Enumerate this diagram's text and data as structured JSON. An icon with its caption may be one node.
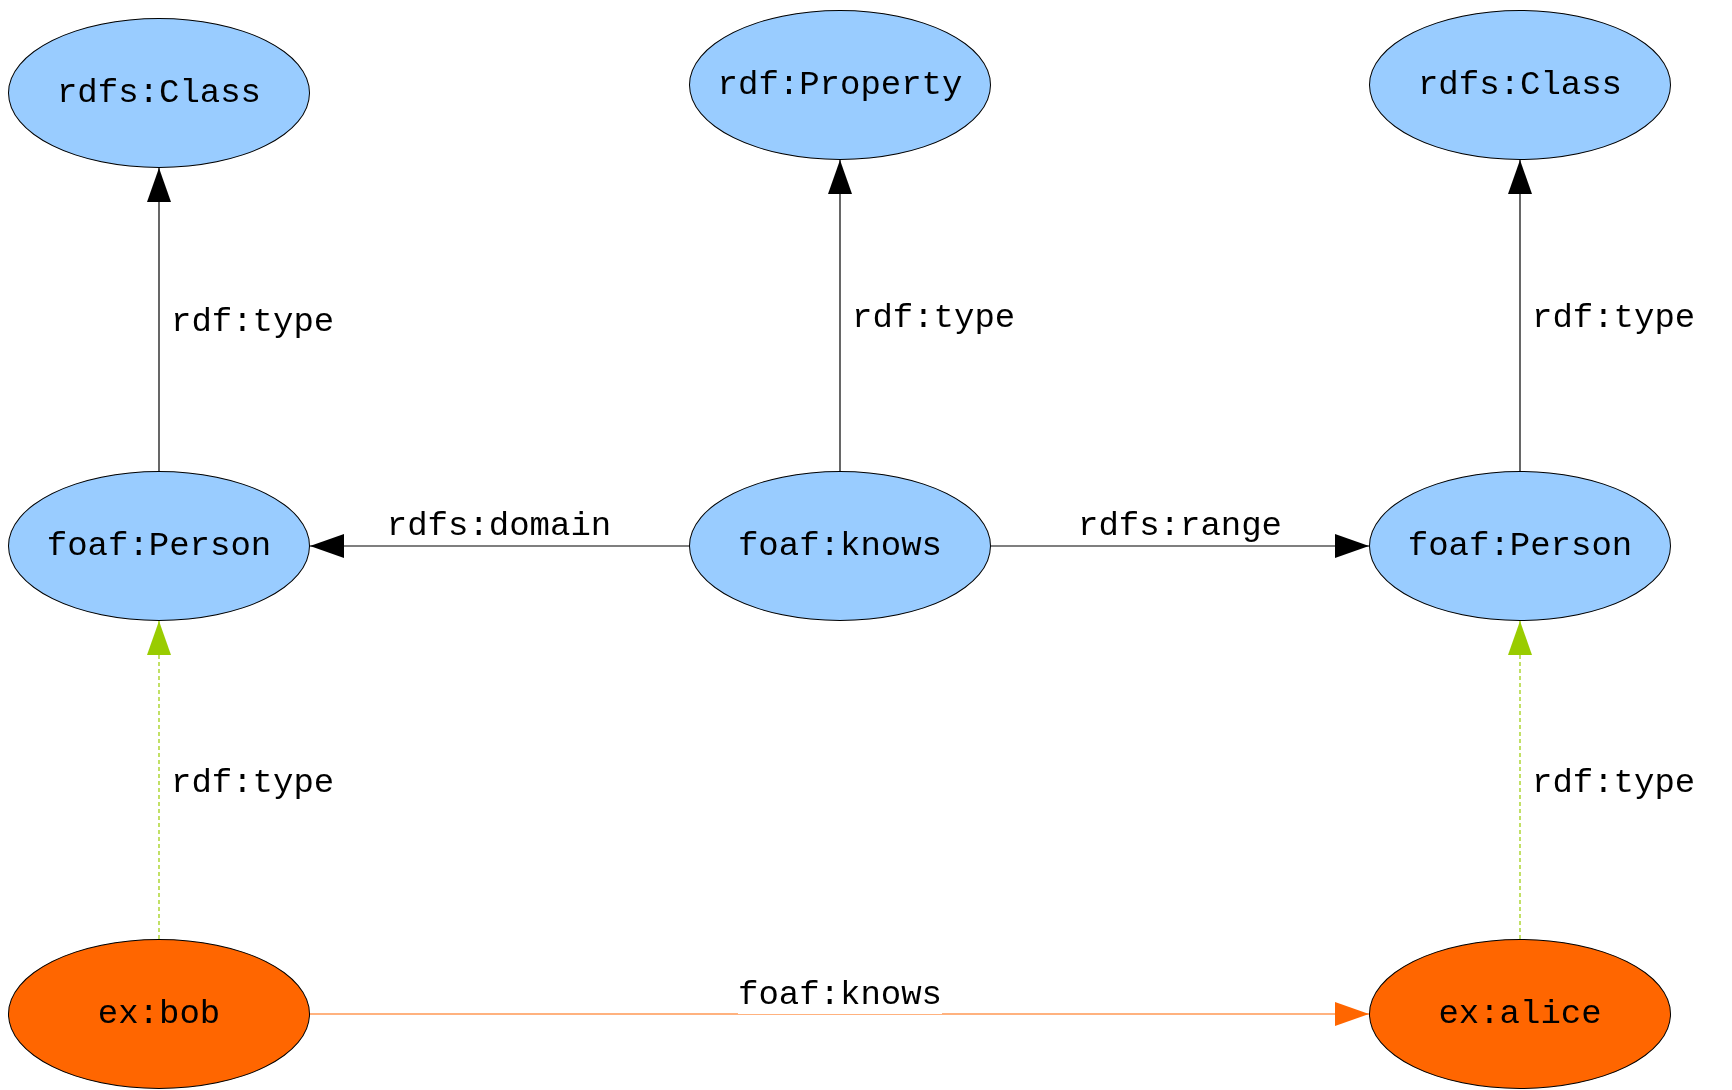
{
  "diagram": {
    "nodes": [
      {
        "text": [
          "rdfs:Class"
        ]
      },
      {
        "text": [
          "rdf:Property"
        ]
      },
      {
        "text": [
          "rdfs:Class"
        ]
      },
      {
        "text": [
          "foaf:Person"
        ]
      },
      {
        "text": [
          "foaf:knows"
        ]
      },
      {
        "text": [
          "foaf:Person"
        ]
      },
      {
        "text": [
          "ex:bob"
        ]
      },
      {
        "text": [
          "ex:alice"
        ]
      }
    ],
    "edges": [
      {
        "from": 3,
        "to": 0,
        "arrow": "to",
        "label": "rdf:type"
      },
      {
        "from": 4,
        "to": 1,
        "arrow": "to",
        "label": "rdf:type"
      },
      {
        "from": 5,
        "to": 2,
        "arrow": "to",
        "label": "rdf:type"
      },
      {
        "from": 4,
        "to": 3,
        "arrow": "to",
        "label": "rdfs:domain"
      },
      {
        "from": 4,
        "to": 5,
        "arrow": "to",
        "label": "rdfs:range"
      },
      {
        "from": 6,
        "to": 3,
        "arrow": "to",
        "label": "rdf:type",
        "style": "dashed",
        "color": "#99cc00"
      },
      {
        "from": 7,
        "to": 5,
        "arrow": "to",
        "label": "rdf:type",
        "style": "dashed",
        "color": "#99cc00"
      },
      {
        "from": 6,
        "to": 7,
        "arrow": "to",
        "label": "foaf:knows",
        "color": "#ff6600"
      }
    ]
  }
}
